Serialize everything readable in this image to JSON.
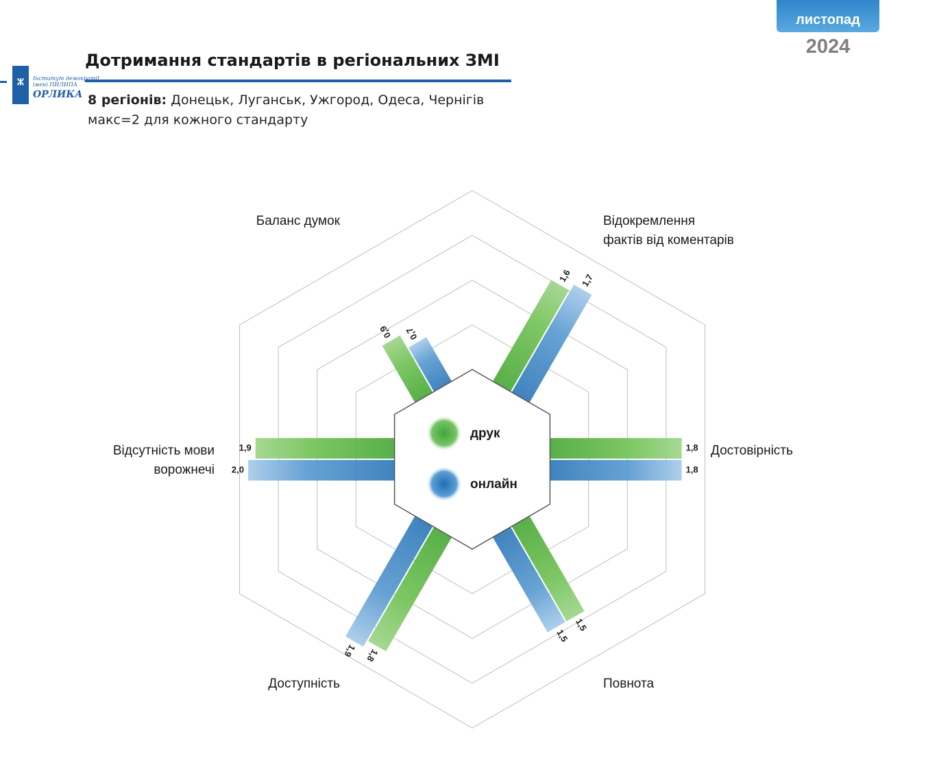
{
  "header": {
    "month": "листопад",
    "year": "2024",
    "logo_line1": "Інститут демократії",
    "logo_line2": "імені ПИЛИПА",
    "logo_line3": "ОРЛИКА",
    "title": "Дотримання стандартів в регіональних ЗМІ",
    "subtitle_bold": "8 регіонів:",
    "subtitle_rest": " Донецьк, Луганськ, Ужгород, Одеса, Чернігів",
    "subtitle_line2": "макс=2 для кожного стандарту"
  },
  "colors": {
    "print": "#5fb843",
    "online": "#3d88c5",
    "accent": "#1f5fa8"
  },
  "chart_data": {
    "type": "radial-bar",
    "max": 2,
    "grid": true,
    "series": [
      {
        "name": "друк",
        "color": "#5fb843"
      },
      {
        "name": "онлайн",
        "color": "#3d88c5"
      }
    ],
    "categories": [
      {
        "label": [
          "Відокремлення",
          "фактів від коментарів"
        ],
        "values": [
          1.6,
          1.7
        ],
        "labels": [
          "1,6",
          "1,7"
        ]
      },
      {
        "label": [
          "Достовірність"
        ],
        "values": [
          1.8,
          1.8
        ],
        "labels": [
          "1,8",
          "1,8"
        ]
      },
      {
        "label": [
          "Повнота"
        ],
        "values": [
          1.5,
          1.5
        ],
        "labels": [
          "1,5",
          "1,5"
        ]
      },
      {
        "label": [
          "Доступність"
        ],
        "values": [
          1.8,
          1.9
        ],
        "labels": [
          "1,8",
          "1,9"
        ]
      },
      {
        "label": [
          "Відсутність мови",
          "ворожнечі"
        ],
        "values": [
          1.9,
          2.0
        ],
        "labels": [
          "1,9",
          "2,0"
        ]
      },
      {
        "label": [
          "Баланс думок"
        ],
        "values": [
          0.9,
          0.7
        ],
        "labels": [
          "0,9",
          "0,7"
        ]
      }
    ]
  }
}
